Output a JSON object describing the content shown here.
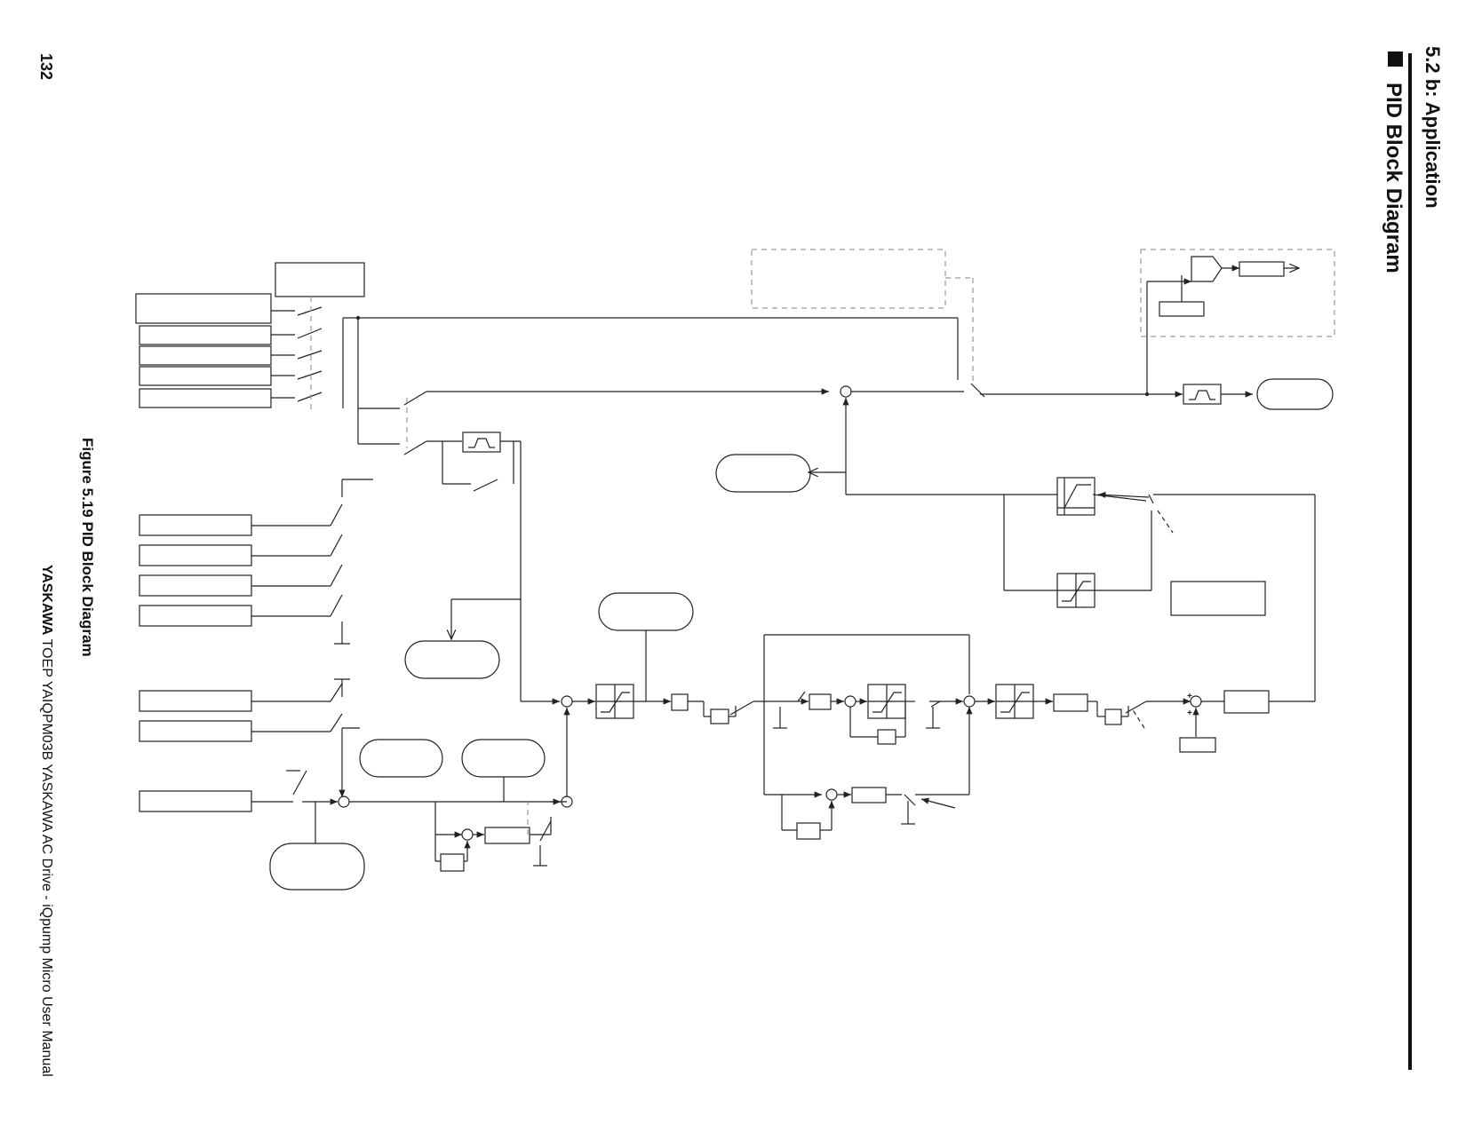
{
  "header": {
    "section": "5.2 b: Application",
    "title": "PID Block Diagram",
    "page_number": "132"
  },
  "figure": {
    "caption": "Figure 5.19  PID Block Diagram"
  },
  "footer": {
    "brand": "YASKAWA",
    "text": " TOEP YAIQPM03B YASKAWA AC Drive - iQpump Micro User Manual"
  },
  "diagram": {
    "sum_junction_signs": [
      "+",
      "+"
    ],
    "colors": {
      "line": "#222222",
      "dashed": "#9a9a9a",
      "rule": "#111111"
    }
  }
}
